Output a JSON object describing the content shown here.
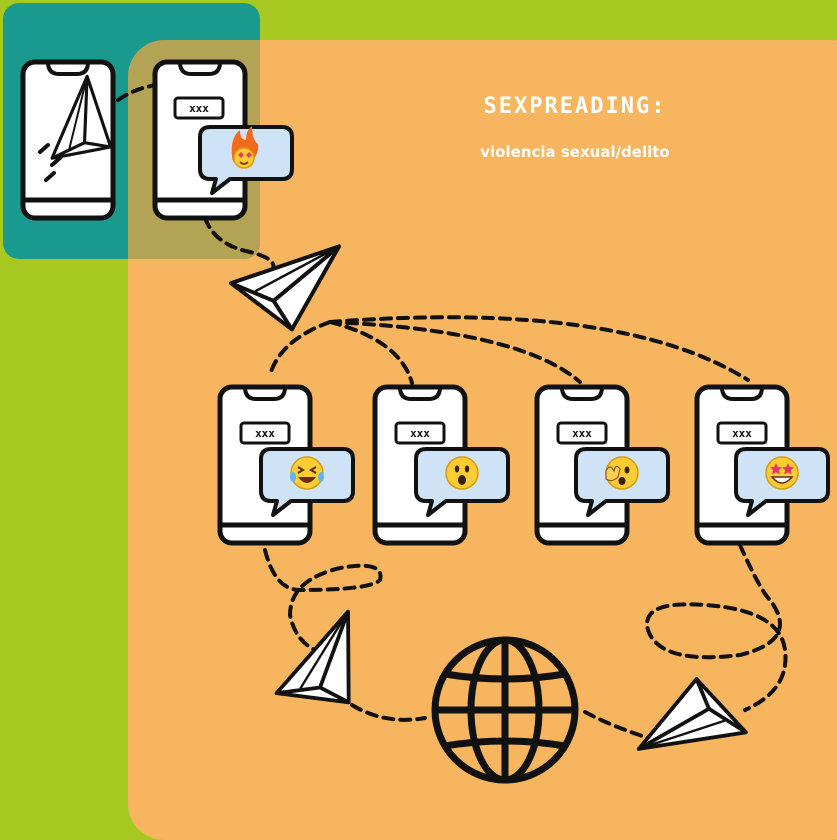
{
  "title": "SEXPREADING:",
  "subtitle": "violencia sexual/delito",
  "phone_label": "xxx",
  "colors": {
    "background": "#a6c820",
    "panel_orange": "#f6b55e",
    "panel_teal": "#1a9a8e",
    "bubble": "#cfe3f6",
    "stroke": "#111111"
  },
  "icons": {
    "sender_phone": "paper-plane-icon",
    "relay_planes": [
      "paper-plane-icon",
      "paper-plane-icon",
      "paper-plane-icon"
    ],
    "network": "globe-icon",
    "reactions": [
      "fire-face-icon",
      "laughing-face-icon",
      "surprised-face-icon",
      "shocked-face-icon",
      "star-struck-face-icon"
    ]
  }
}
